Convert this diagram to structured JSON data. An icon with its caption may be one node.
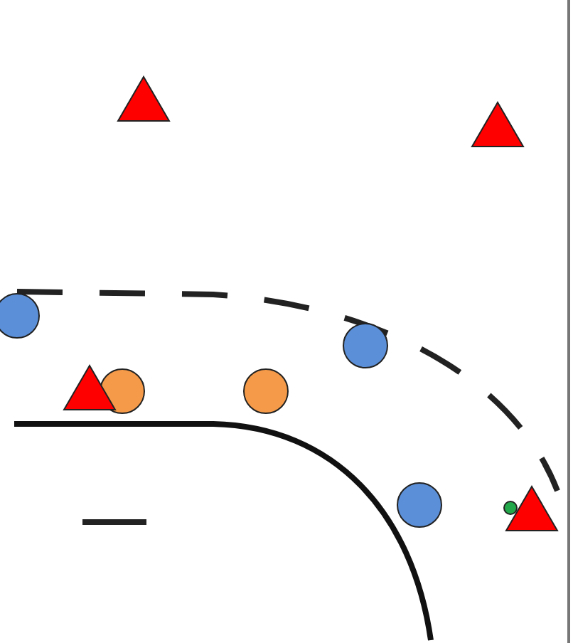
{
  "diagram": {
    "nodes": [
      {
        "text": [],
        "shape": "triangle"
      },
      {
        "text": [],
        "shape": "triangle"
      },
      {
        "text": [],
        "shape": "circle"
      },
      {
        "text": [],
        "shape": "circle"
      },
      {
        "text": [],
        "shape": "circle"
      },
      {
        "text": [],
        "shape": "triangle"
      },
      {
        "text": [],
        "shape": "circle"
      },
      {
        "text": [],
        "shape": "circle"
      },
      {
        "text": [],
        "shape": "circle"
      },
      {
        "text": [],
        "shape": "triangle"
      }
    ]
  }
}
